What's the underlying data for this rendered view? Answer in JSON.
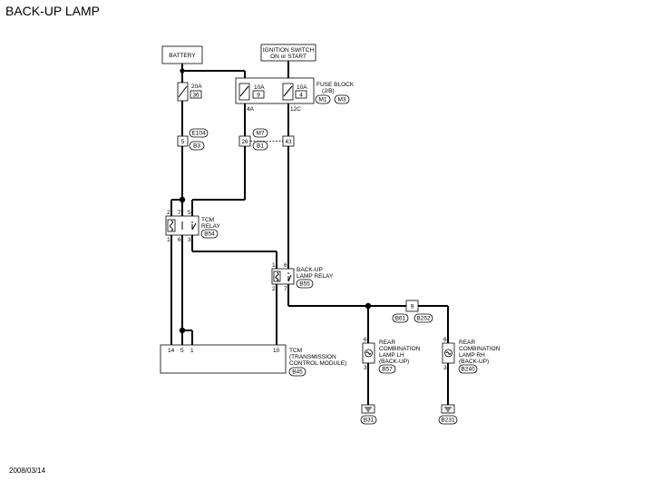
{
  "title": "BACK-UP LAMP",
  "date": "2008/03/14",
  "battery": "BATTERY",
  "ignition": [
    "IGNITION SWITCH",
    "ON or START"
  ],
  "fuse_block": {
    "label": [
      "FUSE BLOCK",
      "(J/B)"
    ],
    "conn_a": "M1",
    "conn_b": "M3",
    "fuse1_amp": "10A",
    "fuse1_num": "9",
    "fuse2_amp": "10A",
    "fuse2_num": "4",
    "term_left": "4A",
    "term_right": "12C"
  },
  "fusible_link": {
    "amp": "20A",
    "num": "36"
  },
  "connectors": {
    "e104": "E104",
    "pin5": "5",
    "b3": "B3",
    "m7": "M7",
    "pin26": "26",
    "b1": "B1",
    "pin43": "43",
    "pin9": "9",
    "b61": "B61",
    "b252": "B252"
  },
  "tcm_relay": {
    "label": [
      "TCM",
      "RELAY"
    ],
    "conn": "B54",
    "pins": {
      "p2": "2",
      "p7": "7",
      "p5": "5",
      "p1": "1",
      "p6": "6",
      "p3": "3"
    }
  },
  "backup_relay": {
    "label": [
      "BACK-UP",
      "LAMP RELAY"
    ],
    "conn": "B55",
    "pins": {
      "p1": "1",
      "p6": "6",
      "p2": "2",
      "p7": "7"
    }
  },
  "tcm": {
    "label": [
      "TCM",
      "(TRANSMISSION",
      "CONTROL MODULE)"
    ],
    "conn": "B45",
    "pins": {
      "p14": "14",
      "p5": "5",
      "p1": "1",
      "p10": "10"
    }
  },
  "lamp_lh": {
    "label": [
      "REAR",
      "COMBINATION",
      "LAMP LH",
      "(BACK-UP)"
    ],
    "conn": "B57",
    "pin_top": "6",
    "pin_bottom": "3",
    "ground": "B31"
  },
  "lamp_rh": {
    "label": [
      "REAR",
      "COMBINATION",
      "LAMP RH",
      "(BACK-UP)"
    ],
    "conn": "B240",
    "pin_top": "6",
    "pin_bottom": "3",
    "ground": "B231"
  }
}
